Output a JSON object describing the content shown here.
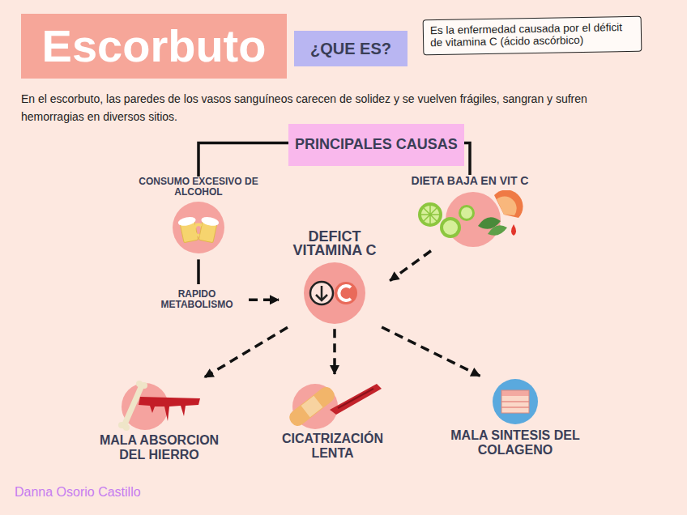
{
  "diagram": {
    "title": "Escorbuto",
    "nodes": [
      {
        "text": [
          "¿QUE ES?"
        ]
      },
      {
        "text": [
          "Es la enfermedad causada por el déficit de vitamina C (ácido ascórbico)"
        ]
      },
      {
        "text": [
          "PRINCIPALES CAUSAS"
        ]
      },
      {
        "text": [
          "CONSUMO EXCESIVO DE ALCOHOL"
        ]
      },
      {
        "text": [
          "DIETA BAJA EN VIT C"
        ]
      },
      {
        "text": [
          "DEFICT VITAMINA C"
        ]
      },
      {
        "text": [
          "RAPIDO METABOLISMO"
        ]
      },
      {
        "text": [
          "MALA ABSORCION DEL HIERRO"
        ]
      },
      {
        "text": [
          "CICATRIZACIÓN LENTA"
        ]
      },
      {
        "text": [
          "MALA SINTESIS DEL COLAGENO"
        ]
      }
    ],
    "edges": [
      {
        "from": 2,
        "to": 3,
        "arrow": "none"
      },
      {
        "from": 2,
        "to": 4,
        "arrow": "none"
      },
      {
        "from": 3,
        "to": 6,
        "arrow": "none"
      },
      {
        "from": 6,
        "to": 5,
        "arrow": "to"
      },
      {
        "from": 4,
        "to": 5,
        "arrow": "to"
      },
      {
        "from": 5,
        "to": 7,
        "arrow": "to"
      },
      {
        "from": 5,
        "to": 8,
        "arrow": "to"
      },
      {
        "from": 5,
        "to": 9,
        "arrow": "to"
      }
    ],
    "labels": [
      "En el escorbuto, las paredes de los vasos sanguíneos carecen de solidez y se vuelven frágiles, sangran y sufren hemorragias en diversos sitios.",
      "Danna Osorio Castillo"
    ]
  }
}
